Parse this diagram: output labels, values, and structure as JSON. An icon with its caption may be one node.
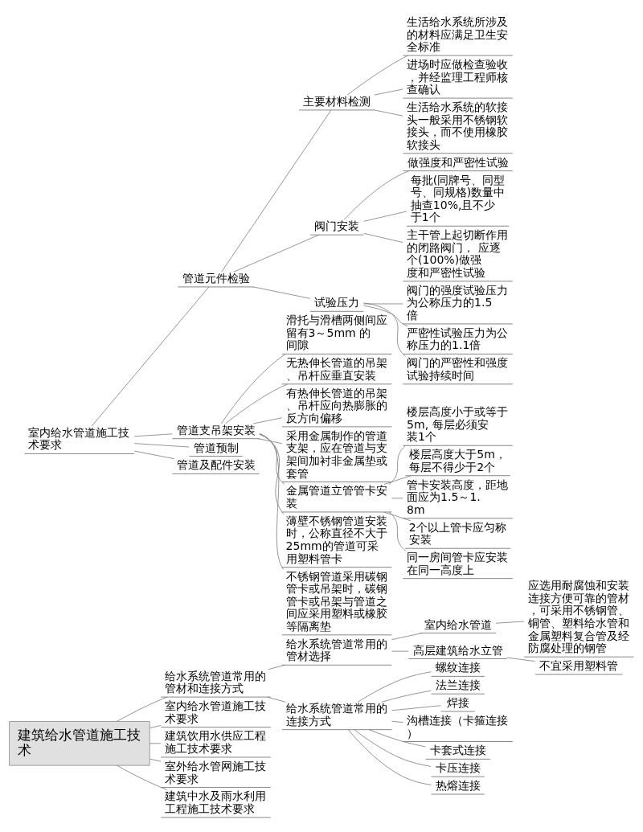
{
  "diagram": {
    "nodes": [
      {
        "text": [
          "建筑给水管道施工技术"
        ]
      },
      {
        "text": [
          "给水系统管道常用的管材和连接方式"
        ]
      },
      {
        "text": [
          "给水系统管道常用的管材选择"
        ]
      },
      {
        "text": [
          "室内给水管道"
        ]
      },
      {
        "text": [
          "应选用耐腐蚀和安装连接方便可靠的管材，可采用不锈钢管、铜管、塑料给水管和金属塑料复合管及经防腐处理的钢管"
        ]
      },
      {
        "text": [
          "高层建筑给水立管"
        ]
      },
      {
        "text": [
          "不宜采用塑料管"
        ]
      },
      {
        "text": [
          "给水系统管道常用的连接方式"
        ]
      },
      {
        "text": [
          "螺纹连接"
        ]
      },
      {
        "text": [
          "法兰连接"
        ]
      },
      {
        "text": [
          "焊接"
        ]
      },
      {
        "text": [
          "沟槽连接（卡箍连接）"
        ]
      },
      {
        "text": [
          "卡套式连接"
        ]
      },
      {
        "text": [
          "卡压连接"
        ]
      },
      {
        "text": [
          "热熔连接"
        ]
      },
      {
        "text": [
          "室内给水管道施工技术要求"
        ]
      },
      {
        "text": [
          "建筑饮用水供应工程施工技术要求"
        ]
      },
      {
        "text": [
          "室外给水管网施工技术要求"
        ]
      },
      {
        "text": [
          "建筑中水及雨水利用工程施工技术要求"
        ]
      },
      {
        "text": [
          "室内给水管道施工技术要求"
        ]
      },
      {
        "text": [
          "管道元件检验"
        ]
      },
      {
        "text": [
          "主要材料检测"
        ]
      },
      {
        "text": [
          "生活给水系统所涉及的材料应满足卫生安全标准"
        ]
      },
      {
        "text": [
          "进场时应做检查验收，并经监理工程师核查确认"
        ]
      },
      {
        "text": [
          "生活给水系统的软接头一般采用不锈钢软接头，而不使用橡胶软接头"
        ]
      },
      {
        "text": [
          "阀门安装"
        ]
      },
      {
        "text": [
          "做强度和严密性试验"
        ]
      },
      {
        "text": [
          "每批(同牌号、同型号、同规格)数量中抽查10%,且不少于1个"
        ]
      },
      {
        "text": [
          "主干管上起切断作用的闭路阀门， 应逐个(100%)做强度和严密性试验"
        ]
      },
      {
        "text": [
          "试验压力"
        ]
      },
      {
        "text": [
          "阀门的强度试验压力为公称压力的1.5倍"
        ]
      },
      {
        "text": [
          "严密性试验压力为公称压力的1.1倍"
        ]
      },
      {
        "text": [
          "阀门的严密性和强度试验持续时间"
        ]
      },
      {
        "text": [
          "管道支吊架安装"
        ]
      },
      {
        "text": [
          "滑托与滑槽两侧间应留有3～5mm 的间隙"
        ]
      },
      {
        "text": [
          "无热伸长管道的吊架、吊杆应垂直安装"
        ]
      },
      {
        "text": [
          "有热伸长管道的吊架、吊杆应向热膨胀的反方向偏移"
        ]
      },
      {
        "text": [
          "采用金属制作的管道支架，应在管道与支架间加衬非金属垫或套管"
        ]
      },
      {
        "text": [
          "金属管道立管管卡安装"
        ]
      },
      {
        "text": [
          "楼层高度小于或等于5m, 每层必须安装1个"
        ]
      },
      {
        "text": [
          "楼层高度大于5m，每层不得少于2个"
        ]
      },
      {
        "text": [
          "管卡安装高度，距地面应为1.5～1.8m"
        ]
      },
      {
        "text": [
          "2个以上管卡应匀称安装"
        ]
      },
      {
        "text": [
          "同一房间管卡应安装在同一高度上"
        ]
      },
      {
        "text": [
          "薄壁不锈钢管道安装时，公称直径不大于25mm的管道可采用塑料管卡"
        ]
      },
      {
        "text": [
          "不锈钢管道采用碳钢管卡或吊架时，碳钢管卡或吊架与管道之间应采用塑料或橡胶等隔离垫"
        ]
      },
      {
        "text": [
          "管道预制"
        ]
      },
      {
        "text": [
          "管道及配件安装"
        ]
      }
    ],
    "edges": [
      {
        "from": 0,
        "to": 1,
        "arrow": "none"
      },
      {
        "from": 1,
        "to": 2,
        "arrow": "none"
      },
      {
        "from": 2,
        "to": 3,
        "arrow": "none"
      },
      {
        "from": 3,
        "to": 4,
        "arrow": "none"
      },
      {
        "from": 2,
        "to": 5,
        "arrow": "none"
      },
      {
        "from": 5,
        "to": 6,
        "arrow": "none"
      },
      {
        "from": 1,
        "to": 7,
        "arrow": "none"
      },
      {
        "from": 7,
        "to": 8,
        "arrow": "none"
      },
      {
        "from": 7,
        "to": 9,
        "arrow": "none"
      },
      {
        "from": 7,
        "to": 10,
        "arrow": "none"
      },
      {
        "from": 7,
        "to": 11,
        "arrow": "none"
      },
      {
        "from": 7,
        "to": 12,
        "arrow": "none"
      },
      {
        "from": 7,
        "to": 13,
        "arrow": "none"
      },
      {
        "from": 7,
        "to": 14,
        "arrow": "none"
      },
      {
        "from": 0,
        "to": 15,
        "arrow": "none"
      },
      {
        "from": 0,
        "to": 16,
        "arrow": "none"
      },
      {
        "from": 0,
        "to": 17,
        "arrow": "none"
      },
      {
        "from": 0,
        "to": 18,
        "arrow": "none"
      },
      {
        "from": 19,
        "to": 20,
        "arrow": "none"
      },
      {
        "from": 20,
        "to": 21,
        "arrow": "none"
      },
      {
        "from": 21,
        "to": 22,
        "arrow": "none"
      },
      {
        "from": 21,
        "to": 23,
        "arrow": "none"
      },
      {
        "from": 21,
        "to": 24,
        "arrow": "none"
      },
      {
        "from": 20,
        "to": 25,
        "arrow": "none"
      },
      {
        "from": 25,
        "to": 26,
        "arrow": "none"
      },
      {
        "from": 25,
        "to": 27,
        "arrow": "none"
      },
      {
        "from": 25,
        "to": 28,
        "arrow": "none"
      },
      {
        "from": 20,
        "to": 29,
        "arrow": "none"
      },
      {
        "from": 29,
        "to": 30,
        "arrow": "none"
      },
      {
        "from": 29,
        "to": 31,
        "arrow": "none"
      },
      {
        "from": 29,
        "to": 32,
        "arrow": "none"
      },
      {
        "from": 19,
        "to": 33,
        "arrow": "none"
      },
      {
        "from": 33,
        "to": 34,
        "arrow": "none"
      },
      {
        "from": 33,
        "to": 35,
        "arrow": "none"
      },
      {
        "from": 33,
        "to": 36,
        "arrow": "none"
      },
      {
        "from": 33,
        "to": 37,
        "arrow": "none"
      },
      {
        "from": 33,
        "to": 38,
        "arrow": "none"
      },
      {
        "from": 38,
        "to": 39,
        "arrow": "none"
      },
      {
        "from": 38,
        "to": 40,
        "arrow": "none"
      },
      {
        "from": 38,
        "to": 41,
        "arrow": "none"
      },
      {
        "from": 38,
        "to": 42,
        "arrow": "none"
      },
      {
        "from": 38,
        "to": 43,
        "arrow": "none"
      },
      {
        "from": 33,
        "to": 44,
        "arrow": "none"
      },
      {
        "from": 33,
        "to": 45,
        "arrow": "none"
      },
      {
        "from": 19,
        "to": 46,
        "arrow": "none"
      },
      {
        "from": 19,
        "to": 47,
        "arrow": "none"
      }
    ]
  }
}
